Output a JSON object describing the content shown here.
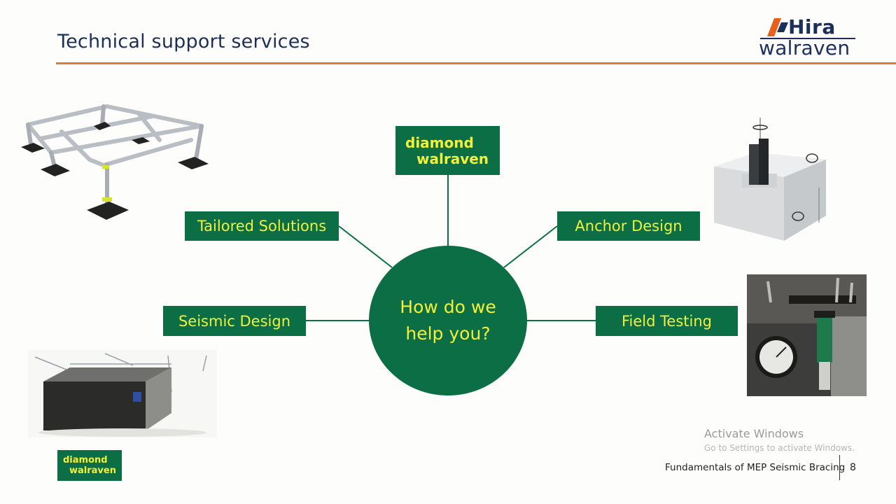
{
  "header": {
    "title": "Technical support services"
  },
  "logo": {
    "line1": "Hira",
    "line2": "walraven",
    "colors": {
      "primary": "#1b2f5a",
      "accent": "#e8601c"
    }
  },
  "brand_badge": {
    "line1": "diamond",
    "line2": "walraven"
  },
  "hub": {
    "line1": "How do we",
    "line2": "help you?"
  },
  "services": {
    "tailored": "Tailored Solutions",
    "anchor": "Anchor Design",
    "seismic": "Seismic Design",
    "field": "Field Testing"
  },
  "footer": {
    "badge_line1": "diamond",
    "badge_line2": "walraven",
    "course_title": "Fundamentals of MEP Seismic Bracing",
    "page_number": "8"
  },
  "os_watermark": {
    "line1": "Activate Windows",
    "line2": "Go to Settings to activate Windows."
  },
  "colors": {
    "brand_green": "#0b6e45",
    "brand_yellow": "#f2f03a",
    "title_blue": "#1b2f5a",
    "rule_orange": "#e07a2e"
  }
}
